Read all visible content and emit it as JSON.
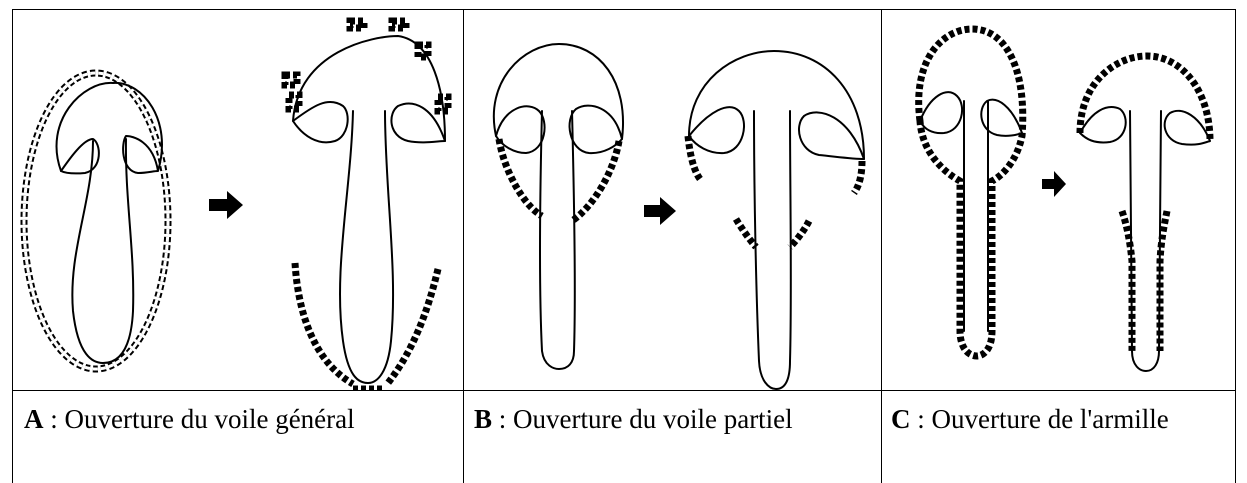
{
  "panels": [
    {
      "letter": "A",
      "caption": " : Ouverture du voile général"
    },
    {
      "letter": "B",
      "caption": " : Ouverture du voile partiel"
    },
    {
      "letter": "C",
      "caption": " : Ouverture de l'armille"
    }
  ]
}
